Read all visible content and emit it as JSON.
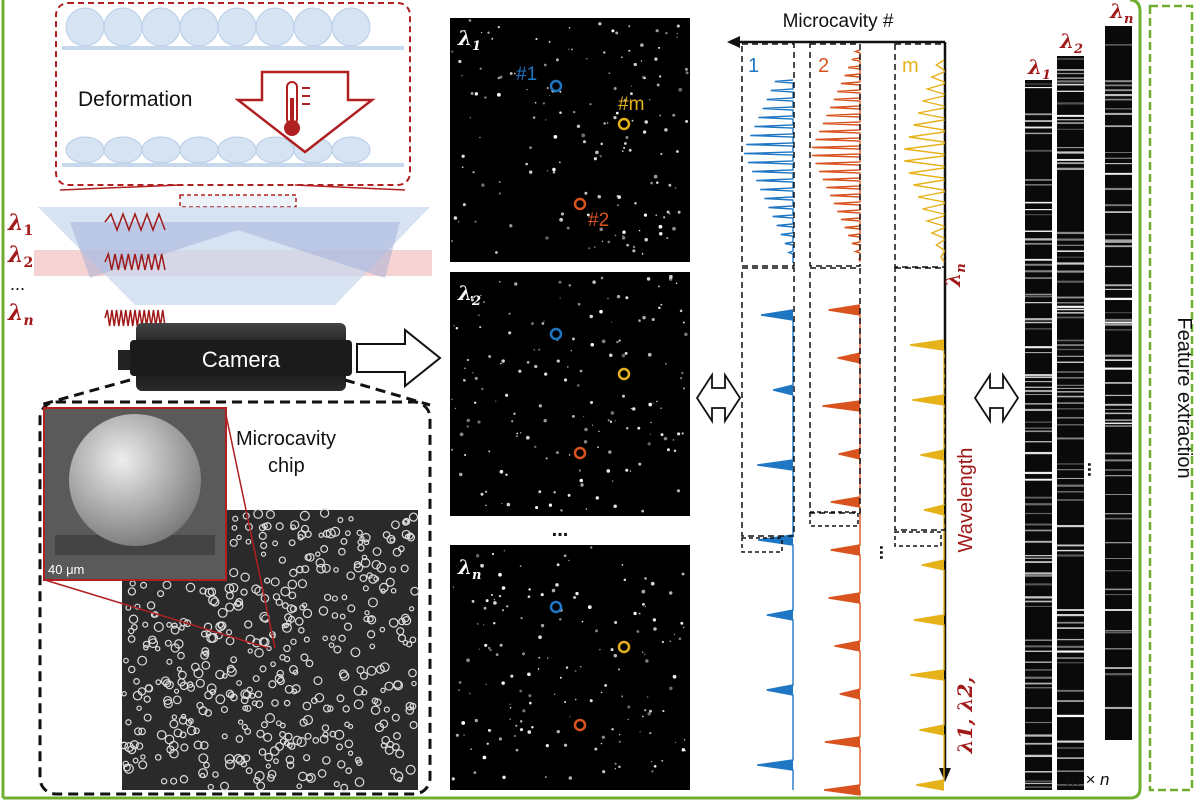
{
  "setup": {
    "deformation_label": "Deformation",
    "camera_label": "Camera",
    "chip_label_line1": "Microcavity",
    "chip_label_line2": "chip",
    "scale_bar": "40 μm",
    "wavelength_inputs": [
      {
        "symbol": "λ",
        "sub": "1"
      },
      {
        "symbol": "λ",
        "sub": "2"
      },
      {
        "symbol": "λ",
        "sub": "n"
      }
    ],
    "ellipsis": "..."
  },
  "images": {
    "panels": [
      {
        "symbol": "λ",
        "sub": "1",
        "markers": [
          "#1",
          "#m",
          "#2"
        ]
      },
      {
        "symbol": "λ",
        "sub": "2"
      },
      {
        "symbol": "λ",
        "sub": "n"
      }
    ],
    "ellipsis": "..."
  },
  "spectra": {
    "axis_title": "Microcavity #",
    "columns": [
      "1",
      "2",
      "m"
    ],
    "y_axis_label": "Wavelength",
    "lambda_top": {
      "symbol": "λ",
      "sub": "n"
    },
    "lambda_bottom": "λ1, λ2,",
    "ellipsis": "..."
  },
  "features": {
    "barcodes": [
      {
        "symbol": "λ",
        "sub": "1"
      },
      {
        "symbol": "λ",
        "sub": "2"
      },
      {
        "symbol": "λ",
        "sub": "n"
      }
    ],
    "size_label": "m × n",
    "ellipsis": "...",
    "feature_extraction": "Feature extraction"
  },
  "colors": {
    "blue": "#1f77c4",
    "orange": "#d9531e",
    "yellow": "#e5b21a",
    "red": "#a01818",
    "green": "#6fae2f"
  }
}
